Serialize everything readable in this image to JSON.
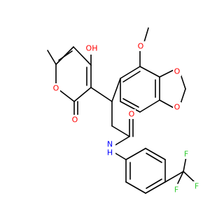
{
  "diagram": {
    "type": "chemical-structure",
    "atom_labels": [
      {
        "id": "oh_top",
        "text": "OH",
        "color": "#ff0000"
      },
      {
        "id": "ring_o",
        "text": "O",
        "color": "#ff0000"
      },
      {
        "id": "ketone_o",
        "text": "O",
        "color": "#ff0000"
      },
      {
        "id": "methoxy_o",
        "text": "O",
        "color": "#ff0000"
      },
      {
        "id": "dioxole_o1",
        "text": "O",
        "color": "#ff0000"
      },
      {
        "id": "dioxole_o2",
        "text": "O",
        "color": "#ff0000"
      },
      {
        "id": "amide_o",
        "text": "O",
        "color": "#ff0000"
      },
      {
        "id": "amide_n",
        "text": "N",
        "color": "#0000ff"
      },
      {
        "id": "amide_h",
        "text": "H",
        "color": "#0000ff"
      },
      {
        "id": "f1",
        "text": "F",
        "color": "#33cc33"
      },
      {
        "id": "f2",
        "text": "F",
        "color": "#33cc33"
      },
      {
        "id": "f3",
        "text": "F",
        "color": "#33cc33"
      }
    ]
  }
}
